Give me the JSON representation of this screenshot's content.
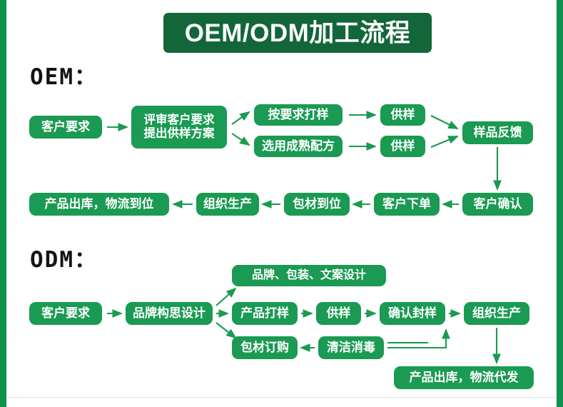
{
  "page": {
    "title_banner": "OEM/ODM加工流程",
    "accent_green": "#1a9a52",
    "banner_green": "#13663a",
    "rail_green": "#0f9150",
    "node_text_color": "#ffffff"
  },
  "sections": {
    "oem": {
      "label": "OEM："
    },
    "odm": {
      "label": "ODM："
    }
  },
  "oem_nodes": {
    "customer_request": "客户要求",
    "review_request": "评审客户要求\n提出供样方案",
    "review_request_line1": "评审客户要求",
    "review_request_line2": "提出供样方案",
    "sample_on_demand": "按要求打样",
    "mature_formula": "选用成熟配方",
    "supply_sample_top": "供样",
    "supply_sample_bottom": "供样",
    "sample_feedback": "样品反馈",
    "customer_confirm": "客户确认",
    "customer_order": "客户下单",
    "packaging_ready": "包材到位",
    "organize_production": "组织生产",
    "product_out": "产品出库，物流到位"
  },
  "odm_nodes": {
    "customer_request": "客户要求",
    "brand_concept_design": "品牌构思设计",
    "brand_pack_copy_design": "品牌、包装、文案设计",
    "product_sampling": "产品打样",
    "supply_sample": "供样",
    "confirm_seal_sample": "确认封样",
    "organize_production": "组织生产",
    "packaging_order": "包材订购",
    "clean_disinfect": "清洁消毒",
    "product_out": "产品出库，物流代发"
  }
}
